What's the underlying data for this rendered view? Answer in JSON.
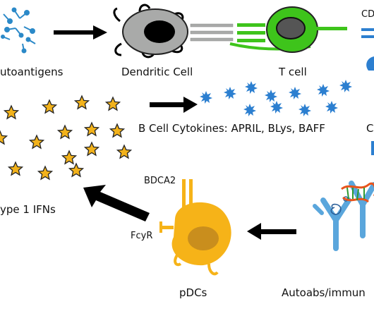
{
  "labels": {
    "autoantigens": "utoantigens",
    "dendritic_cell": "Dendritic Cell",
    "t_cell": "T cell",
    "cd_fragment": "CD",
    "b_cell_cytokines": "B Cell Cytokines: APRIL, BLys, BAFF",
    "c_fragment": "C",
    "type1_ifns": "ype 1 IFNs",
    "bdca2": "BDCA2",
    "fcyr": "FcyR",
    "pdcs": "pDCs",
    "autoabs": "Autoabs/immun"
  },
  "colors": {
    "arrow": "#000000",
    "star": "#f2b21b",
    "star_outline": "#222222",
    "cytokine": "#2c7fd0",
    "autoantigen": "#2b89c8",
    "dendritic_body": "#a9aaa9",
    "dendritic_nucleus": "#000000",
    "t_cell_body": "#3ec41b",
    "t_cell_nucleus": "#555555",
    "pdc_body": "#f6b318",
    "pdc_nucleus": "#c98e1d",
    "antibody": "#5aa6dc",
    "dna": "#e8541c"
  }
}
